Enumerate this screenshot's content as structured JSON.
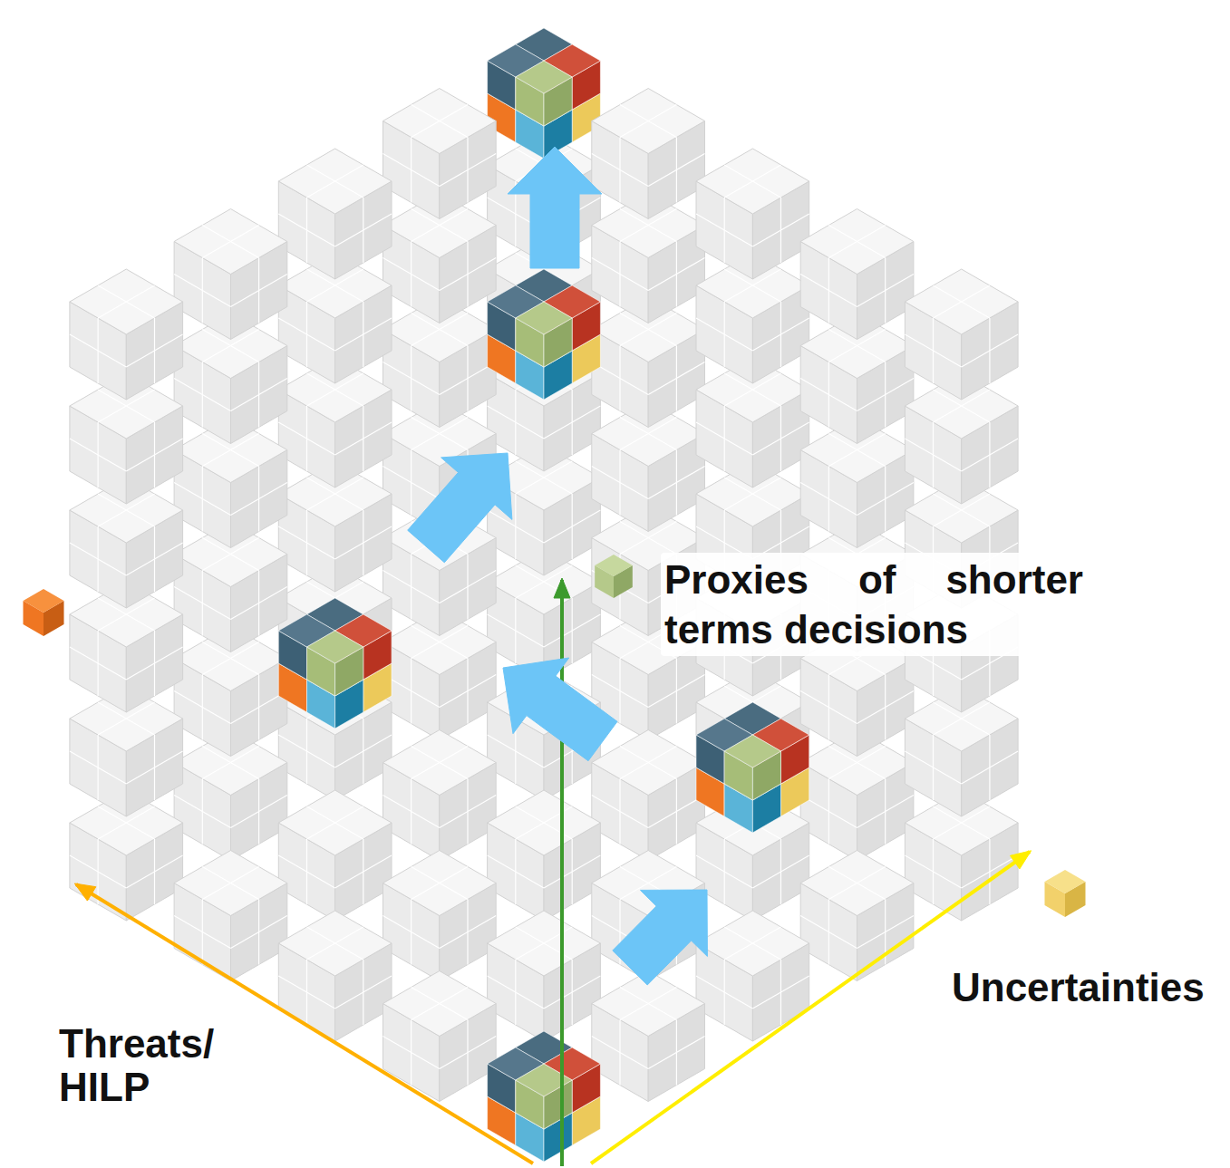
{
  "diagram": {
    "labels": [
      "Proxies of shorter terms decisions",
      "Uncertainties",
      "Threats/ HILP"
    ]
  }
}
